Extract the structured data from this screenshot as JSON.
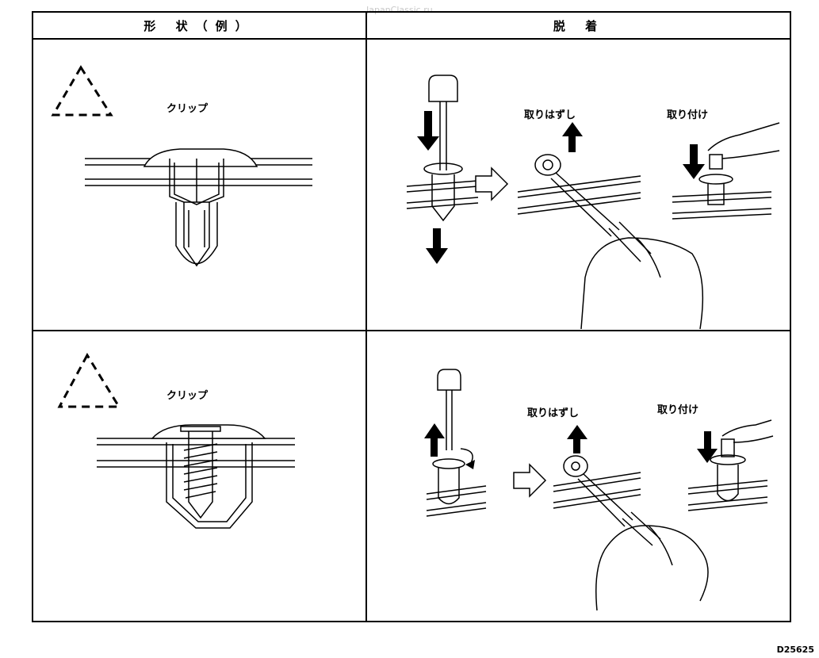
{
  "watermark": "JapanClassic.ru",
  "headers": {
    "shape": "形 状（例）",
    "removal": "脱 着"
  },
  "rows": [
    {
      "clip_label": "クリップ",
      "remove_label": "取りはずし",
      "install_label": "取り付け"
    },
    {
      "clip_label": "クリップ",
      "remove_label": "取りはずし",
      "install_label": "取り付け"
    }
  ],
  "code": "D25625"
}
